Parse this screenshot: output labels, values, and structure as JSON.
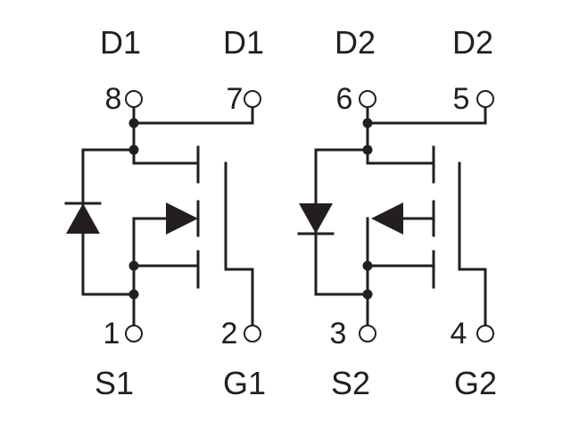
{
  "pins": {
    "top_names": [
      "D1",
      "D1",
      "D2",
      "D2"
    ],
    "top_numbers": [
      "8",
      "7",
      "6",
      "5"
    ],
    "bottom_numbers": [
      "1",
      "2",
      "3",
      "4"
    ],
    "bottom_names": [
      "S1",
      "G1",
      "S2",
      "G2"
    ]
  },
  "colors": {
    "ink": "#231f20",
    "background": "#ffffff"
  }
}
